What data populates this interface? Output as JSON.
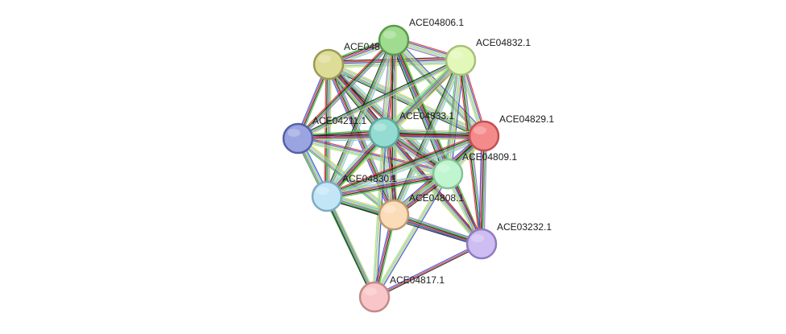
{
  "network": {
    "nodes": [
      {
        "id": "ACE04806.1",
        "label": "ACE04806.1",
        "fill": "#9fdc8f",
        "stroke": "#5b9a4d"
      },
      {
        "id": "ACE04832.1",
        "label": "ACE04832.1",
        "fill": "#e2f8b8",
        "stroke": "#a8c07a"
      },
      {
        "id": "ACE048",
        "label": "ACE048",
        "fill": "#dedd97",
        "stroke": "#9c9a55"
      },
      {
        "id": "ACE04211.1",
        "label": "ACE04211.1",
        "fill": "#9aa4e0",
        "stroke": "#5560a8"
      },
      {
        "id": "ACE04833.1",
        "label": "ACE04833.1",
        "fill": "#94dcd2",
        "stroke": "#5aa99f"
      },
      {
        "id": "ACE04829.1",
        "label": "ACE04829.1",
        "fill": "#f48a8a",
        "stroke": "#c25050"
      },
      {
        "id": "ACE04809.1",
        "label": "ACE04809.1",
        "fill": "#bff5cf",
        "stroke": "#84c497"
      },
      {
        "id": "ACE04830.1",
        "label": "ACE04830.1",
        "fill": "#c3e6f7",
        "stroke": "#7fabc4"
      },
      {
        "id": "ACE04808.1",
        "label": "ACE04808.1",
        "fill": "#fbdcb8",
        "stroke": "#c09a70"
      },
      {
        "id": "ACE03232.1",
        "label": "ACE03232.1",
        "fill": "#cdbdf3",
        "stroke": "#8e7bbf"
      },
      {
        "id": "ACE04817.1",
        "label": "ACE04817.1",
        "fill": "#f8c6c6",
        "stroke": "#c48a8a"
      }
    ],
    "edge_colors": [
      "#36c43a",
      "#222222",
      "#e23030",
      "#2e4ee8",
      "#d8d03a",
      "#7cc8f0",
      "#b6e05a",
      "#9a6ad8"
    ]
  }
}
